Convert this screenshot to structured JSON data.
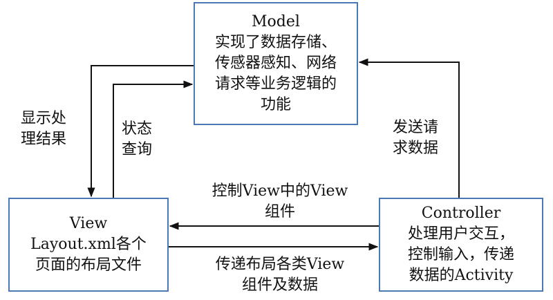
{
  "model": {
    "title": "Model",
    "lines": [
      "实现了数据存储、",
      "传感器感知、网络",
      "请求等业务逻辑的",
      "功能"
    ]
  },
  "view": {
    "title": "View",
    "lines": [
      "Layout.xml各个",
      "页面的布局文件"
    ]
  },
  "controller": {
    "title": "Controller",
    "lines": [
      "处理用户交互，",
      "控制输入，传递",
      "数据的Activity"
    ]
  },
  "labels": {
    "display_result": [
      "显示处",
      "理结果"
    ],
    "status_query": [
      "状态",
      "查询"
    ],
    "send_request": [
      "发送请",
      "求数据"
    ],
    "control_view": [
      "控制View中的View",
      "组件"
    ],
    "pass_layout": [
      "传递布局各类View",
      "组件及数据"
    ]
  }
}
